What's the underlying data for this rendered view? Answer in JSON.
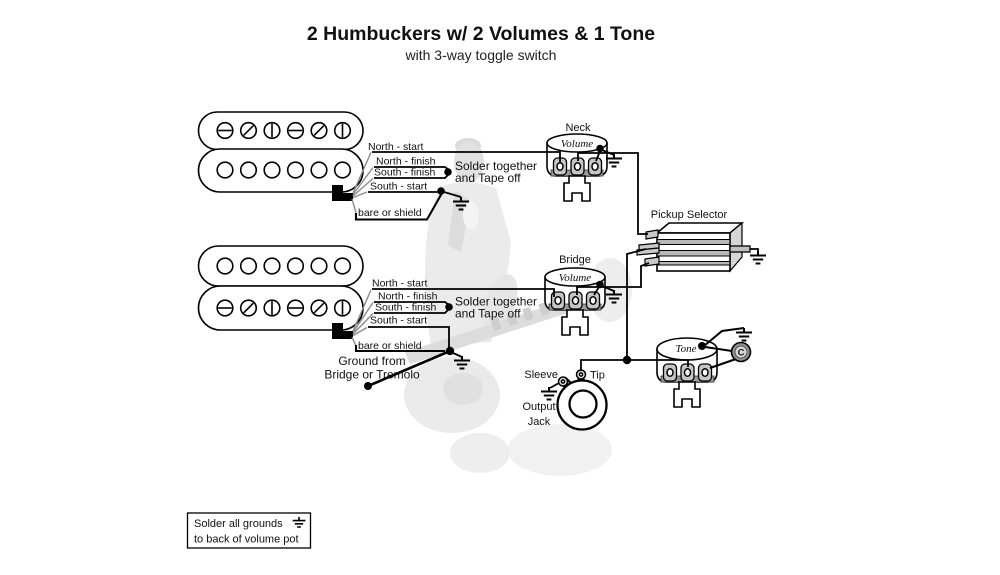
{
  "title": "2 Humbuckers w/ 2 Volumes & 1 Tone",
  "subtitle": "with 3-way toggle switch",
  "wire_labels": {
    "north_start": "North - start",
    "north_finish": "North - finish",
    "south_finish": "South - finish",
    "south_start": "South - start",
    "bare": "bare or shield"
  },
  "notes": {
    "solder_1": "Solder together",
    "solder_2": "and Tape off",
    "ground_1": "Ground from",
    "ground_2": "Bridge or Tremolo"
  },
  "pots": {
    "neck": "Neck",
    "bridge": "Bridge",
    "volume": "Volume",
    "tone": "Tone",
    "cap": "C"
  },
  "selector": {
    "label": "Pickup Selector"
  },
  "jack": {
    "sleeve": "Sleeve",
    "tip": "Tip",
    "name_1": "Output",
    "name_2": "Jack"
  },
  "note_box": {
    "line1": "Solder all grounds",
    "line2": "to back of volume pot"
  },
  "colors": {
    "line": "#000000",
    "lug_fill": "#c6c6c6",
    "plate_fill": "#9a9a9a",
    "stripe_fill": "#b8b8b8",
    "cap_fill": "#909090",
    "watermark": "#e8e8e8",
    "background": "#ffffff"
  }
}
